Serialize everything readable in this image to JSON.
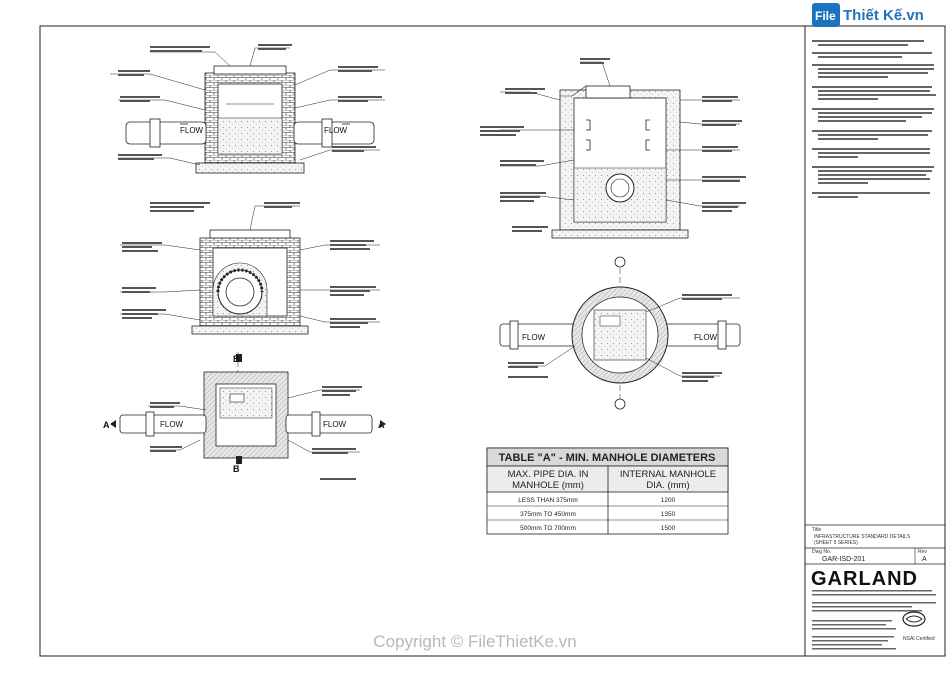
{
  "branding": {
    "site_name": "Thiết Kế.vn",
    "site_prefix": "File",
    "watermark": "Copyright © FileThietKe.vn"
  },
  "drawing": {
    "flow_label": "FLOW",
    "section_a": "A",
    "section_b": "B"
  },
  "table_a": {
    "title": "TABLE \"A\" - MIN. MANHOLE DIAMETERS",
    "headers": [
      "MAX. PIPE DIA. IN MANHOLE (mm)",
      "INTERNAL MANHOLE DIA. (mm)"
    ],
    "header_lines": [
      [
        "MAX. PIPE DIA. IN",
        "MANHOLE (mm)"
      ],
      [
        "INTERNAL MANHOLE",
        "DIA. (mm)"
      ]
    ],
    "rows": [
      [
        "LESS THAN 375mm",
        "1200"
      ],
      [
        "375mm TO 450mm",
        "1350"
      ],
      [
        "500mm TO 700mm",
        "1500"
      ]
    ]
  },
  "title_block": {
    "drawing_title": "INFRASTRUCTURE STANDARD DETAILS",
    "drawing_subtitle": "(SHEET 5 SERIES)",
    "drawing_number": "GAR-ISD-201",
    "revision": "A",
    "company": "GARLAND",
    "certification": "NSAI Certified"
  },
  "colors": {
    "line": "#222222",
    "fill_gray": "#cfcfcf",
    "table_header": "#d9d9d9",
    "brand_blue": "#1e73be",
    "brand_red": "#e53935"
  }
}
